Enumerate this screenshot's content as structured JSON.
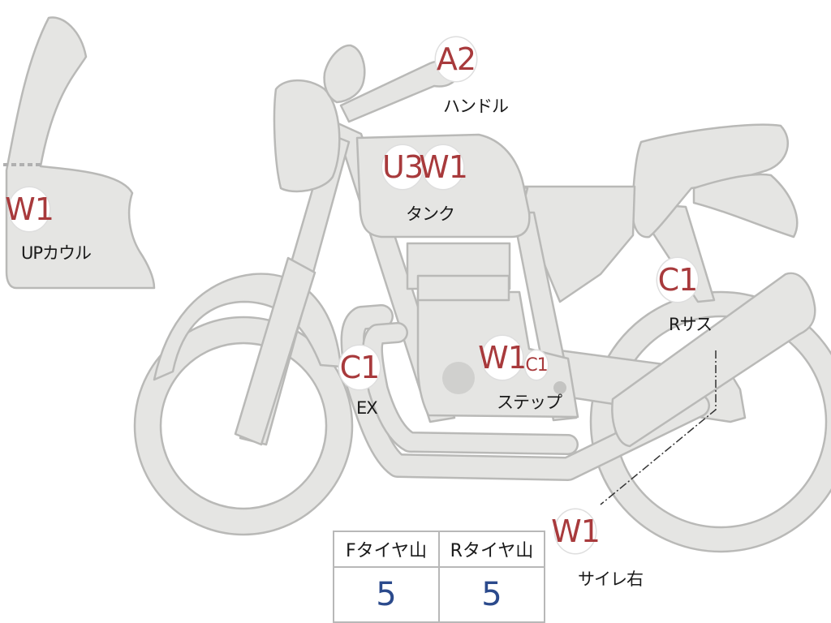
{
  "parts": [
    {
      "name": "upper-cowl",
      "label": "UPカウル",
      "marks": [
        {
          "code": "W1"
        }
      ]
    },
    {
      "name": "handlebar",
      "label": "ハンドル",
      "marks": [
        {
          "code": "A2"
        }
      ]
    },
    {
      "name": "tank",
      "label": "タンク",
      "marks": [
        {
          "code": "U3"
        },
        {
          "code": "W1"
        }
      ]
    },
    {
      "name": "rear-suspension",
      "label": "Rサス",
      "marks": [
        {
          "code": "C1"
        }
      ]
    },
    {
      "name": "exhaust",
      "label": "EX",
      "marks": [
        {
          "code": "C1"
        }
      ]
    },
    {
      "name": "step",
      "label": "ステップ",
      "marks": [
        {
          "code": "W1"
        },
        {
          "code": "C1"
        }
      ]
    },
    {
      "name": "silencer-right",
      "label": "サイレ右",
      "marks": [
        {
          "code": "W1"
        }
      ]
    }
  ],
  "tire_tread": {
    "headers": [
      "Fタイヤ山",
      "Rタイヤ山"
    ],
    "values": [
      "5",
      "5"
    ]
  },
  "colors": {
    "body_fill": "#e5e5e3",
    "outline": "#b9b9b7",
    "mark_text": "#a83a3c",
    "value_text": "#2b4a8c"
  }
}
